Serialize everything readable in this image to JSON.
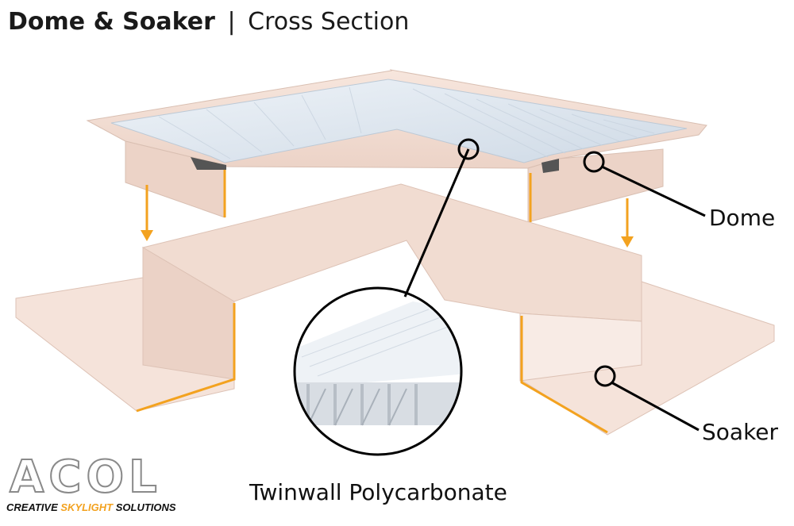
{
  "title": {
    "main": "Dome & Soaker",
    "separator": "|",
    "sub": "Cross Section"
  },
  "labels": {
    "dome": "Dome",
    "soaker": "Soaker",
    "twinwall": "Twinwall Polycarbonate"
  },
  "logo": {
    "mark": "ACOL",
    "tagline_a": "CREATIVE ",
    "tagline_b": "SKYLIGHT",
    "tagline_c": " SOLUTIONS"
  },
  "colors": {
    "accent": "#f3a21f",
    "frame": "#f3ddd2",
    "frame_shadow": "#e3c8bb",
    "glazing": "#dde6ef",
    "outline": "#000000"
  }
}
